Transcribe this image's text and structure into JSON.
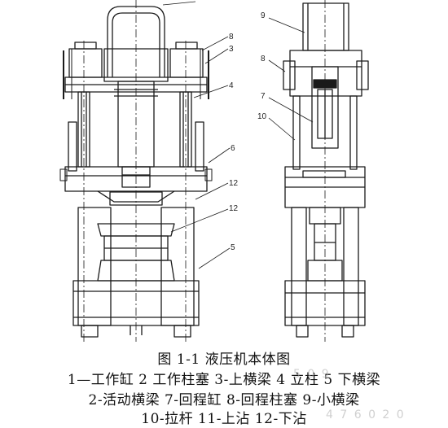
{
  "figure_caption": "图 1-1  液压机本体图",
  "legend_lines": [
    "1—工作缸   2 工作柱塞   3-上横梁   4 立柱   5 下横梁",
    "2-活动横梁   7-回程缸   8-回程柱塞   9-小横梁",
    "10-拉杆  11-上沾  12-下沾"
  ],
  "callouts": {
    "front": [
      "8",
      "3",
      "4",
      "6",
      "12",
      "12",
      "5"
    ],
    "side": [
      "9",
      "8",
      "7",
      "10"
    ]
  },
  "watermark": [
    "5 0 9",
    "4 7 6 0 2 0"
  ]
}
